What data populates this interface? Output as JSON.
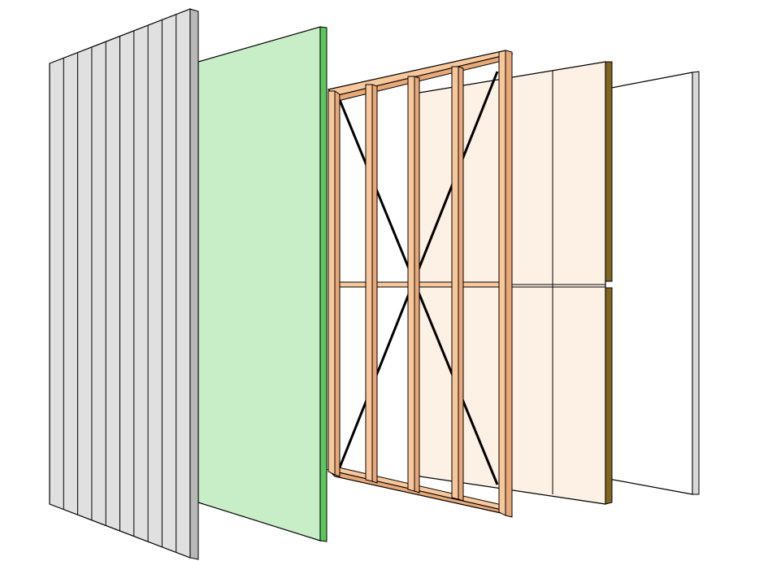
{
  "diagram": {
    "type": "exploded-wall-assembly",
    "labels_shown": false,
    "layers": [
      {
        "name": "vertical-siding",
        "color_face": "#e0e0e0",
        "color_edge": "#b8b8b8",
        "board_count": 10
      },
      {
        "name": "green-sheathing-board",
        "color_face": "#c8eec8",
        "color_edge": "#5cc85c"
      },
      {
        "name": "wood-stud-frame",
        "color_wood": "#f8c89c",
        "color_wood_dark": "#e8a878",
        "stud_count": 5,
        "has_cross_bracing": true,
        "has_mid_blocking": true
      },
      {
        "name": "insulation-panel",
        "color_face": "#fdf0e4",
        "color_edge": "#806420",
        "panel_columns": 2,
        "has_horizontal_joint": true
      },
      {
        "name": "interior-board",
        "color_face": "#ffffff",
        "color_edge": "#d8d8d8"
      }
    ]
  },
  "colors": {
    "background": "#ffffff",
    "outline": "#000000",
    "brace": "#000000"
  }
}
